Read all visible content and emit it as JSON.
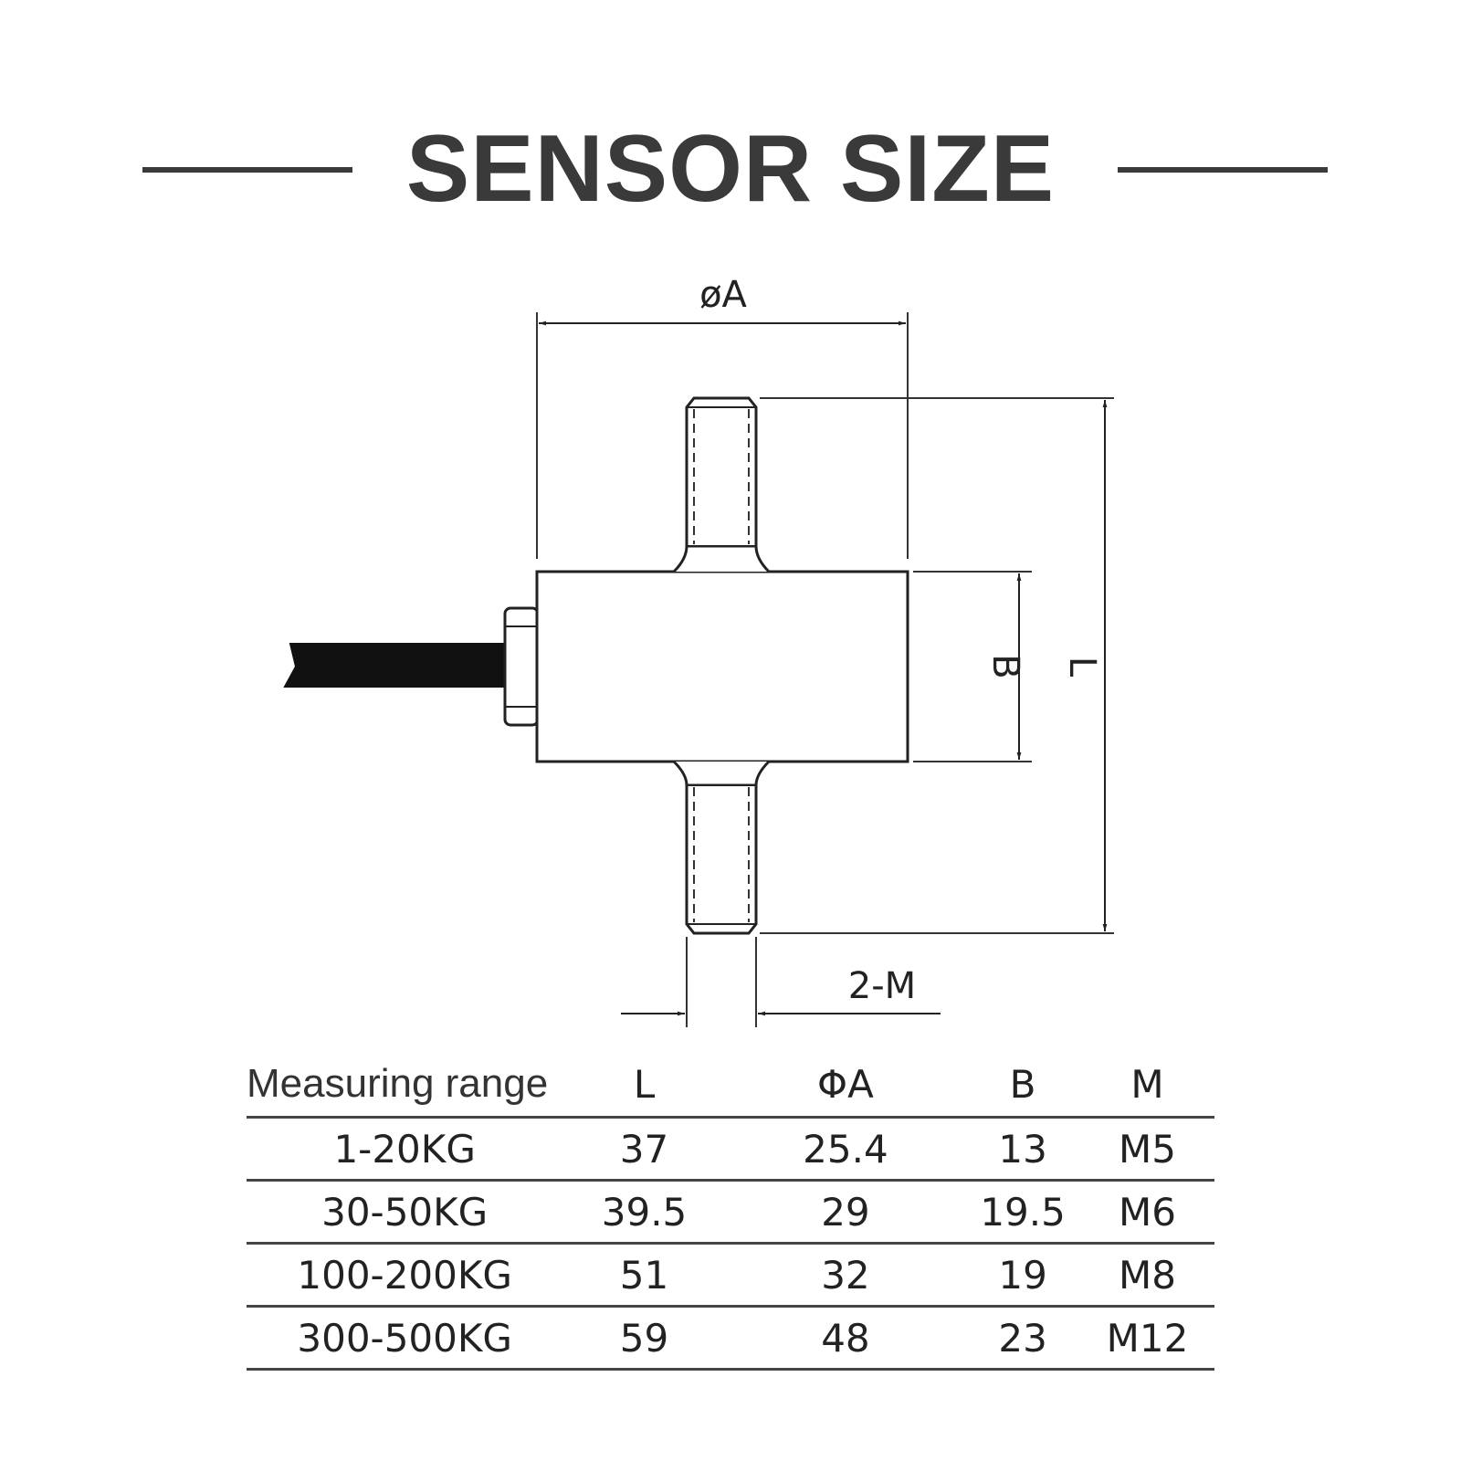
{
  "title": "SENSOR SIZE",
  "dimension_labels": {
    "a": "øA",
    "b": "B",
    "l": "L",
    "m": "2-M"
  },
  "table": {
    "headers": [
      "Measuring range",
      "L",
      "ΦA",
      "B",
      "M"
    ],
    "rows": [
      [
        "1-20KG",
        "37",
        "25.4",
        "13",
        "M5"
      ],
      [
        "30-50KG",
        "39.5",
        "29",
        "19.5",
        "M6"
      ],
      [
        "100-200KG",
        "51",
        "32",
        "19",
        "M8"
      ],
      [
        "300-500KG",
        "59",
        "48",
        "23",
        "M12"
      ]
    ]
  }
}
